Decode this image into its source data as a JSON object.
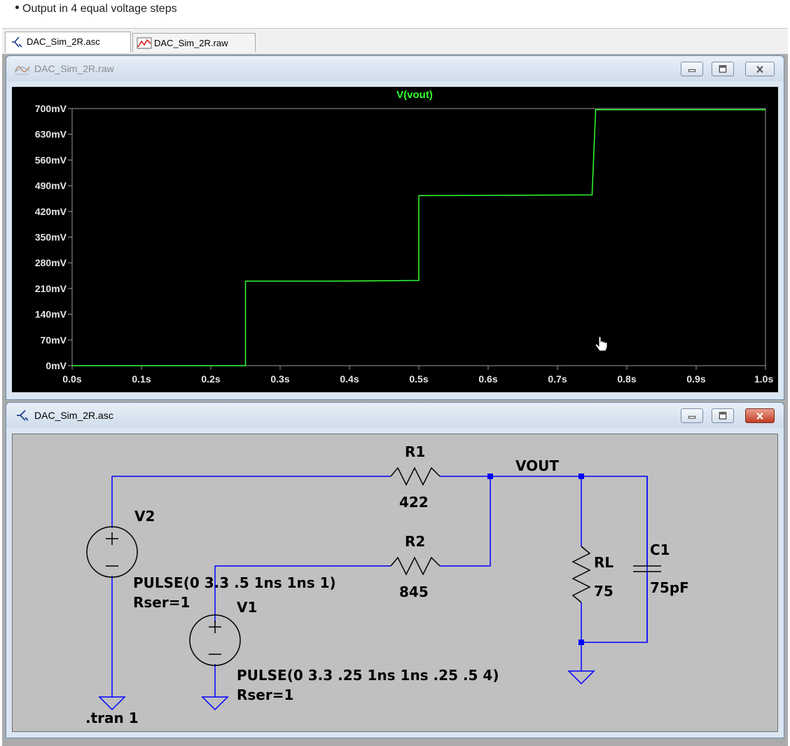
{
  "caption": "Output in 4 equal voltage steps",
  "tabs": [
    {
      "label": "DAC_Sim_2R.asc",
      "icon": "schematic-icon"
    },
    {
      "label": "DAC_Sim_2R.raw",
      "icon": "waveform-icon"
    }
  ],
  "plot_window": {
    "title": "DAC_Sim_2R.raw",
    "trace_label": "V(vout)",
    "trace_color": "#33ff33",
    "background": "#000000"
  },
  "schematic_window": {
    "title": "DAC_Sim_2R.asc",
    "labels": {
      "r1_name": "R1",
      "r1_value": "422",
      "r2_name": "R2",
      "r2_value": "845",
      "net_vout": "VOUT",
      "v2_name": "V2",
      "v2_value": "PULSE(0 3.3 .5 1ns 1ns 1)",
      "v2_rser": "Rser=1",
      "v1_name": "V1",
      "v1_value": "PULSE(0 3.3 .25 1ns 1ns .25 .5 4)",
      "v1_rser": "Rser=1",
      "rl_name": "RL",
      "rl_value": "75",
      "c1_name": "C1",
      "c1_value": "75pF",
      "directive": ".tran 1"
    },
    "wire_color": "#0000ff"
  },
  "chart_data": {
    "type": "line",
    "title": "V(vout)",
    "xlabel": "",
    "ylabel": "",
    "x_ticks": [
      "0.0s",
      "0.1s",
      "0.2s",
      "0.3s",
      "0.4s",
      "0.5s",
      "0.6s",
      "0.7s",
      "0.8s",
      "0.9s",
      "1.0s"
    ],
    "y_ticks": [
      "0mV",
      "70mV",
      "140mV",
      "210mV",
      "280mV",
      "350mV",
      "420mV",
      "490mV",
      "560mV",
      "630mV",
      "700mV"
    ],
    "xlim": [
      0,
      1.0
    ],
    "ylim": [
      0,
      700
    ],
    "series": [
      {
        "name": "V(vout)",
        "x": [
          0,
          0.25,
          0.25,
          0.375,
          0.5,
          0.5,
          0.75,
          0.75,
          0.755,
          1.0
        ],
        "y": [
          0,
          0,
          230,
          230,
          232,
          463,
          465,
          470,
          697,
          697
        ]
      }
    ]
  }
}
